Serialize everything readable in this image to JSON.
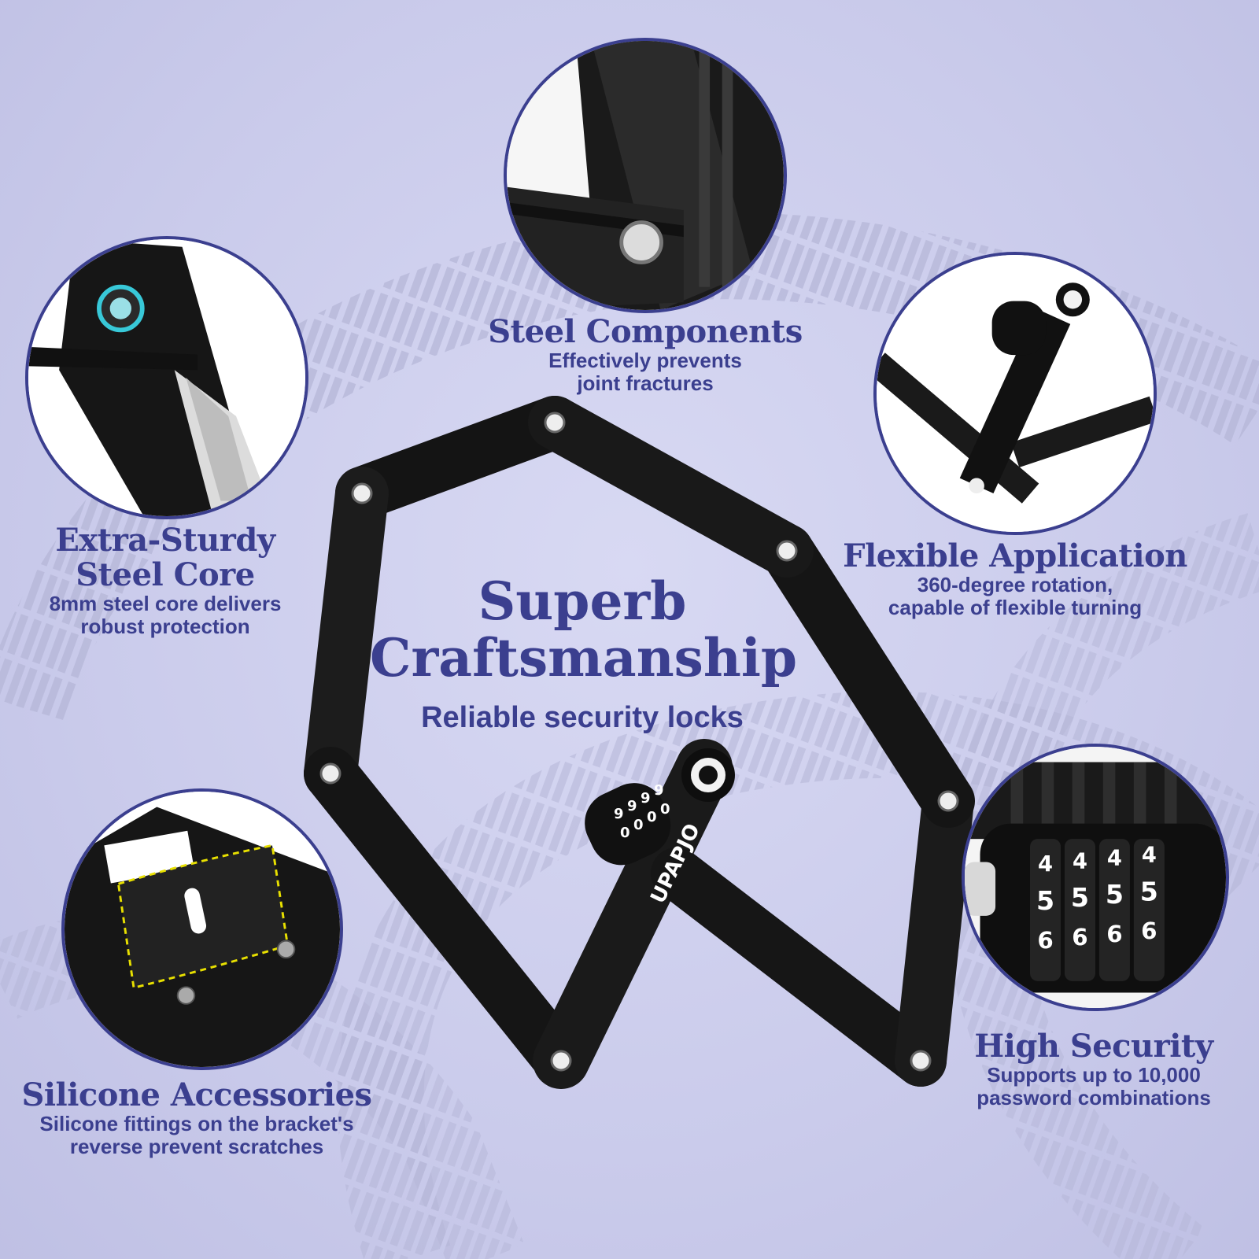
{
  "center": {
    "title_lines": [
      "Superb",
      "Craftsmanship"
    ],
    "subtitle": "Reliable security locks"
  },
  "features": {
    "steel_components": {
      "title": "Steel Components",
      "desc_lines": [
        "Effectively prevents",
        "joint fractures"
      ]
    },
    "steel_core": {
      "title_lines": [
        "Extra-Sturdy",
        "Steel Core"
      ],
      "desc_lines": [
        "8mm steel core delivers",
        "robust protection"
      ]
    },
    "flexible": {
      "title": "Flexible Application",
      "desc_lines": [
        "360-degree rotation,",
        "capable of flexible turning"
      ]
    },
    "high_security": {
      "title": "High Security",
      "desc_lines": [
        "Supports up to 10,000",
        "password combinations"
      ]
    },
    "silicone": {
      "title": "Silicone Accessories",
      "desc_lines": [
        "Silicone fittings on the bracket's",
        "reverse prevent scratches"
      ]
    }
  },
  "lock": {
    "brand": "UPAPJO",
    "dial_top": [
      "9",
      "9",
      "9",
      "9"
    ],
    "dial_mid": [
      "0",
      "0",
      "0",
      "0"
    ],
    "closeup_dials": {
      "row1": [
        "4",
        "4",
        "4",
        "4"
      ],
      "row2": [
        "5",
        "5",
        "5",
        "5"
      ],
      "row3": [
        "6",
        "6",
        "6",
        "6"
      ]
    }
  },
  "colors": {
    "accent": "#3b3f8f",
    "background": "#cfd0ee",
    "lock_body": "#1a1a1a",
    "silicone_outline": "#e8e000"
  }
}
